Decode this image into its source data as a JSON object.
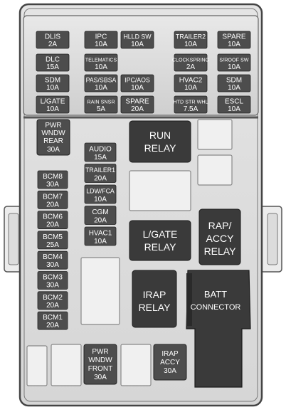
{
  "top_fuses": [
    {
      "name": "DLIS",
      "amp": "2A"
    },
    {
      "name": "DLC",
      "amp": "15A"
    },
    {
      "name": "SDM",
      "amp": "10A"
    },
    {
      "name": "L/GATE",
      "amp": "10A"
    },
    {
      "name": "IPC",
      "amp": "10A"
    },
    {
      "name": "TELEMATICS",
      "amp": "10A"
    },
    {
      "name": "PAS/SBSA",
      "amp": "10A"
    },
    {
      "name": "RAIN SNSR",
      "amp": "5A"
    },
    {
      "name": "HLLD SW",
      "amp": "10A"
    },
    {
      "name": "IPC/AOS",
      "amp": "10A"
    },
    {
      "name": "SPARE",
      "amp": "20A"
    },
    {
      "name": "TRAILER2",
      "amp": "10A"
    },
    {
      "name": "CLOCKSPRING",
      "amp": "2A"
    },
    {
      "name": "HVAC2",
      "amp": "10A"
    },
    {
      "name": "HTD STR WHL",
      "amp": "7.5A"
    },
    {
      "name": "SPARE",
      "amp": "10A"
    },
    {
      "name": "S/ROOF SW",
      "amp": "10A"
    },
    {
      "name": "SDM",
      "amp": "10A"
    },
    {
      "name": "ESCL",
      "amp": "10A"
    }
  ],
  "pwr_wndw_rear": {
    "l1": "PWR",
    "l2": "WNDW",
    "l3": "REAR",
    "amp": "30A"
  },
  "bcm_fuses": [
    {
      "name": "BCM8",
      "amp": "30A"
    },
    {
      "name": "BCM7",
      "amp": "20A"
    },
    {
      "name": "BCM6",
      "amp": "20A"
    },
    {
      "name": "BCM5",
      "amp": "25A"
    },
    {
      "name": "BCM4",
      "amp": "30A"
    },
    {
      "name": "BCM3",
      "amp": "30A"
    },
    {
      "name": "BCM2",
      "amp": "20A"
    },
    {
      "name": "BCM1",
      "amp": "20A"
    }
  ],
  "mid_fuses": [
    {
      "name": "AUDIO",
      "amp": "15A"
    },
    {
      "name": "TRAILER1",
      "amp": "20A"
    },
    {
      "name": "LDW/FCA",
      "amp": "10A"
    },
    {
      "name": "CGM",
      "amp": "20A"
    },
    {
      "name": "HVAC1",
      "amp": "10A"
    }
  ],
  "relays": {
    "run": {
      "l1": "RUN",
      "l2": "RELAY"
    },
    "lgate": {
      "l1": "L/GATE",
      "l2": "RELAY"
    },
    "irap": {
      "l1": "IRAP",
      "l2": "RELAY"
    },
    "rap_accy": {
      "l1": "RAP/",
      "l2": "ACCY",
      "l3": "RELAY"
    }
  },
  "batt": {
    "l1": "BATT",
    "l2": "CONNECTOR"
  },
  "pwr_wndw_front": {
    "l1": "PWR",
    "l2": "WNDW",
    "l3": "FRONT",
    "amp": "30A"
  },
  "irap_accy": {
    "l1": "IRAP",
    "l2": "ACCY",
    "amp": "30A"
  }
}
